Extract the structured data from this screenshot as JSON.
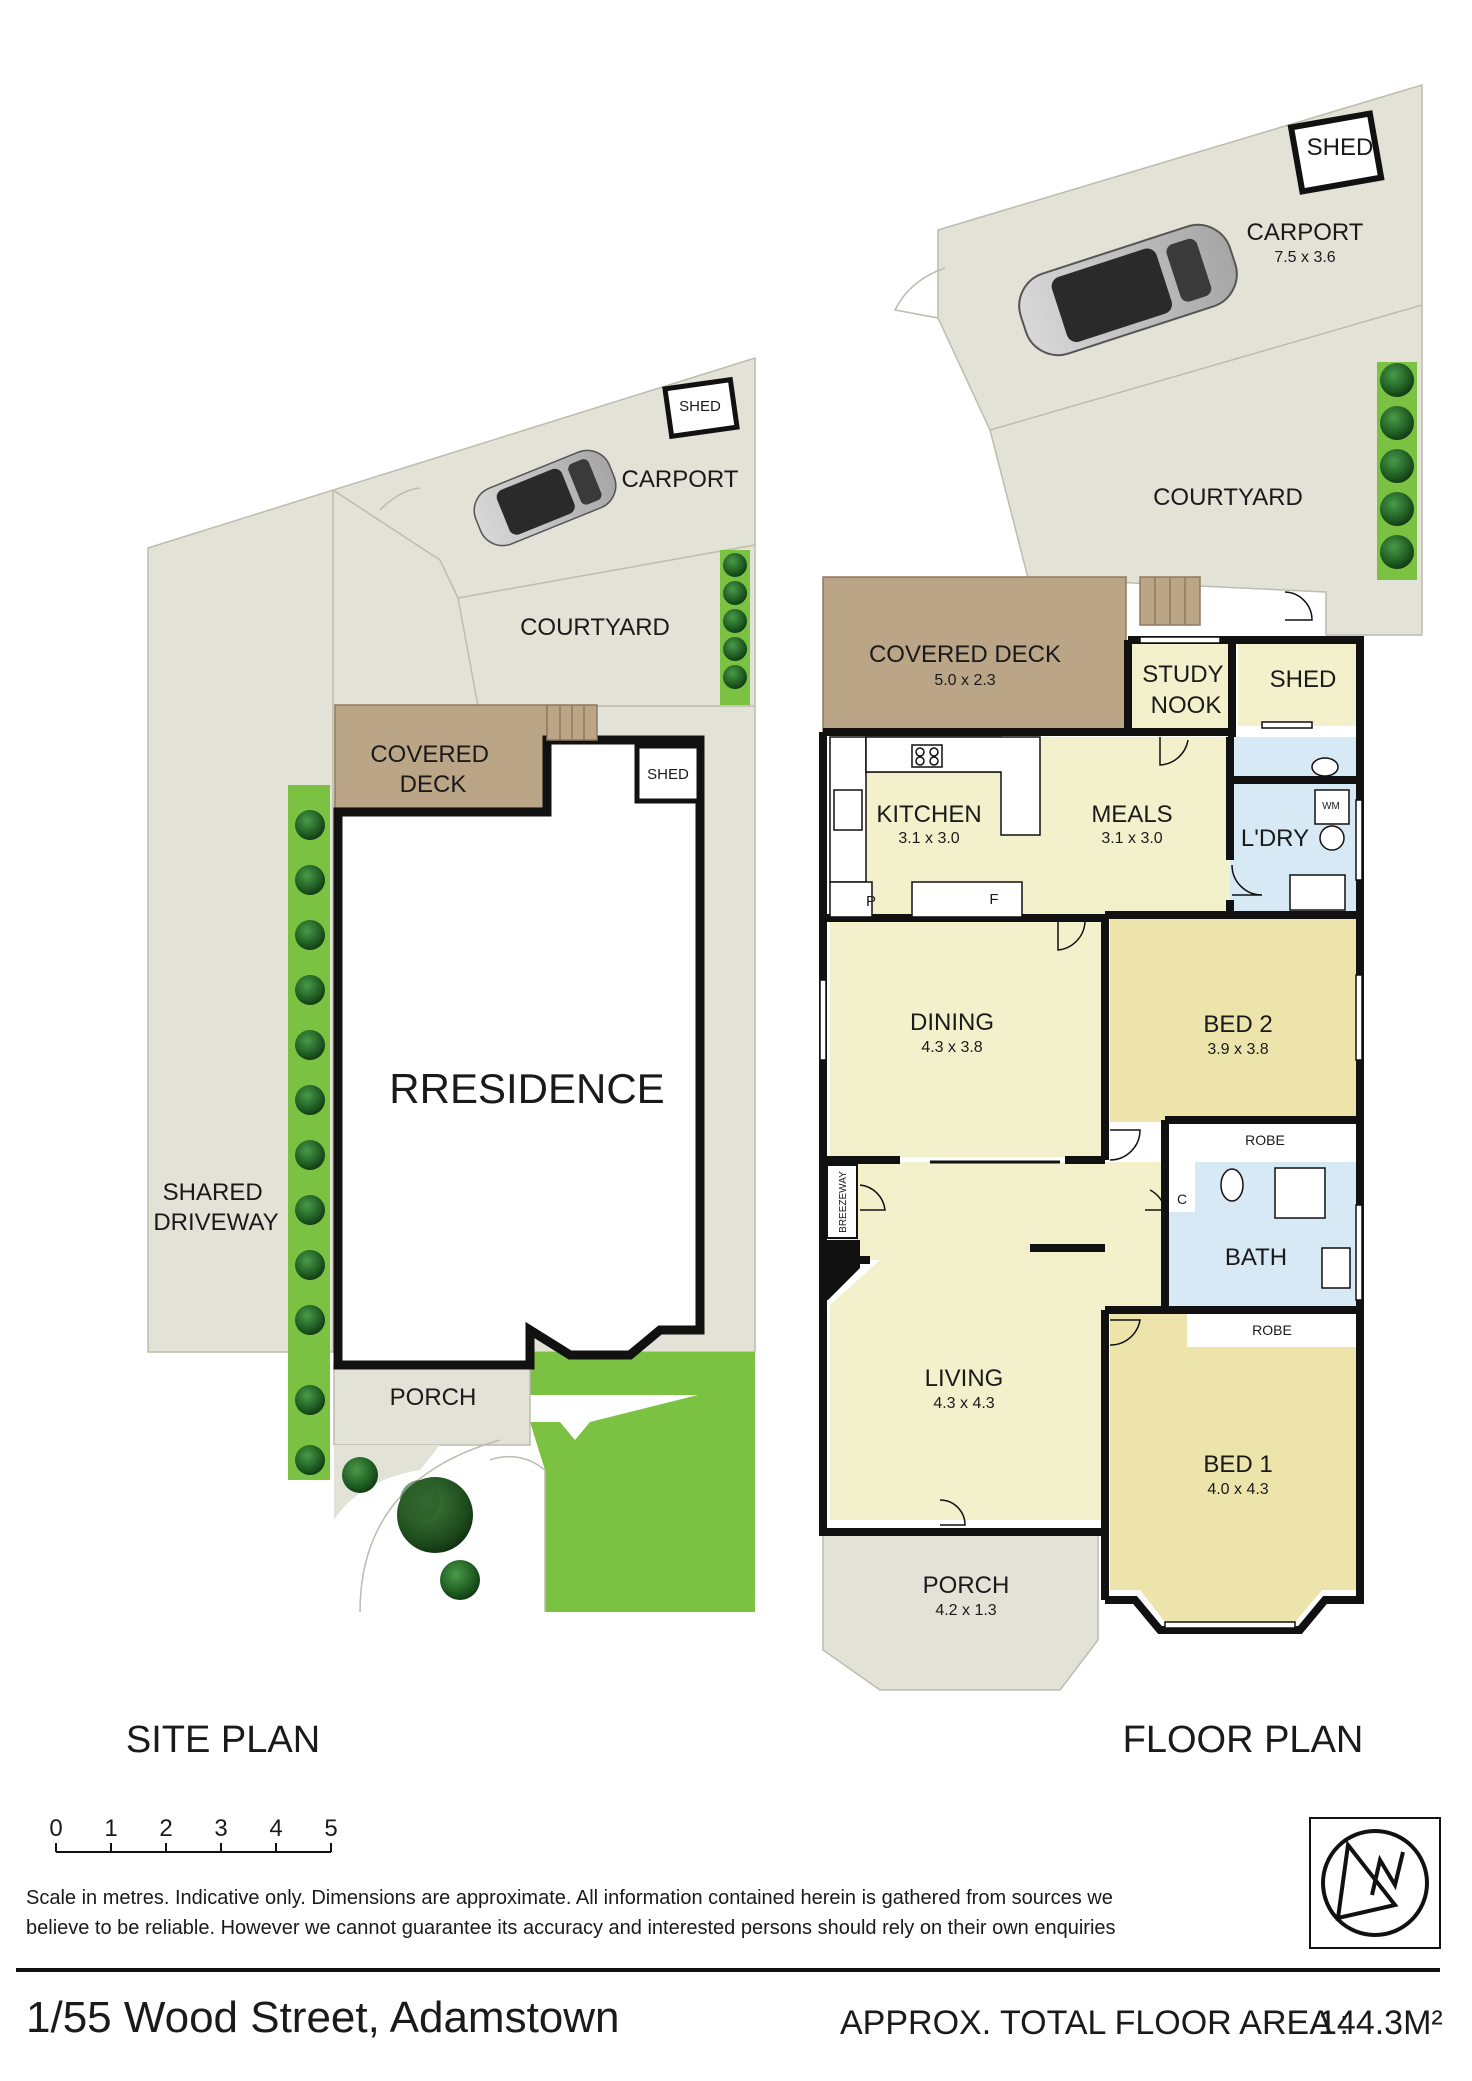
{
  "site_plan": {
    "title": "SITE PLAN",
    "shed": "SHED",
    "carport": "CARPORT",
    "courtyard": "COURTYARD",
    "covered_deck": "COVERED\nDECK",
    "shed2": "SHED",
    "residence": "RRESIDENCE",
    "shared_driveway": "SHARED\nDRIVEWAY",
    "porch": "PORCH"
  },
  "floor_plan": {
    "title": "FLOOR PLAN",
    "rooms": {
      "shed_top": {
        "name": "SHED"
      },
      "carport": {
        "name": "CARPORT",
        "dim": "7.5 x 3.6"
      },
      "courtyard": {
        "name": "COURTYARD"
      },
      "covered_deck": {
        "name": "COVERED DECK",
        "dim": "5.0 x 2.3"
      },
      "study": {
        "name": "STUDY\nNOOK"
      },
      "shed": {
        "name": "SHED"
      },
      "kitchen": {
        "name": "KITCHEN",
        "dim": "3.1 x 3.0"
      },
      "meals": {
        "name": "MEALS",
        "dim": "3.1 x 3.0"
      },
      "laundry": {
        "name": "L'DRY"
      },
      "wm": {
        "name": "WM"
      },
      "pantry": {
        "name": "P"
      },
      "fridge": {
        "name": "F"
      },
      "dining": {
        "name": "DINING",
        "dim": "4.3 x 3.8"
      },
      "bed2": {
        "name": "BED 2",
        "dim": "3.9 x 3.8"
      },
      "robe1": {
        "name": "ROBE"
      },
      "breezeway": {
        "name": "BREEZEWAY"
      },
      "cupboard": {
        "name": "C"
      },
      "bath": {
        "name": "BATH"
      },
      "robe2": {
        "name": "ROBE"
      },
      "living": {
        "name": "LIVING",
        "dim": "4.3 x 4.3"
      },
      "bed1": {
        "name": "BED 1",
        "dim": "4.0 x 4.3"
      },
      "porch": {
        "name": "PORCH",
        "dim": "4.2 x 1.3"
      }
    }
  },
  "scale": {
    "ticks": [
      "0",
      "1",
      "2",
      "3",
      "4",
      "5"
    ],
    "note_line1": "Scale in metres. Indicative only. Dimensions are approximate. All information contained herein is gathered from sources we",
    "note_line2": "believe to be reliable. However we cannot guarantee its accuracy and interested persons should rely on their own enquiries"
  },
  "footer": {
    "address": "1/55 Wood Street, Adamstown",
    "area_label": "APPROX. TOTAL FLOOR AREA :",
    "area_value": "144.3M²"
  },
  "colors": {
    "ground": "#e3e2d6",
    "deck": "#bba587",
    "room": "#f3f1cc",
    "bedroom": "#ece4ab",
    "wet": "#d6e9f5",
    "lawn": "#7bc142",
    "wall": "#111111"
  },
  "icons": [
    "car-icon",
    "shrub-icon",
    "tree-icon",
    "north-compass-icon"
  ]
}
